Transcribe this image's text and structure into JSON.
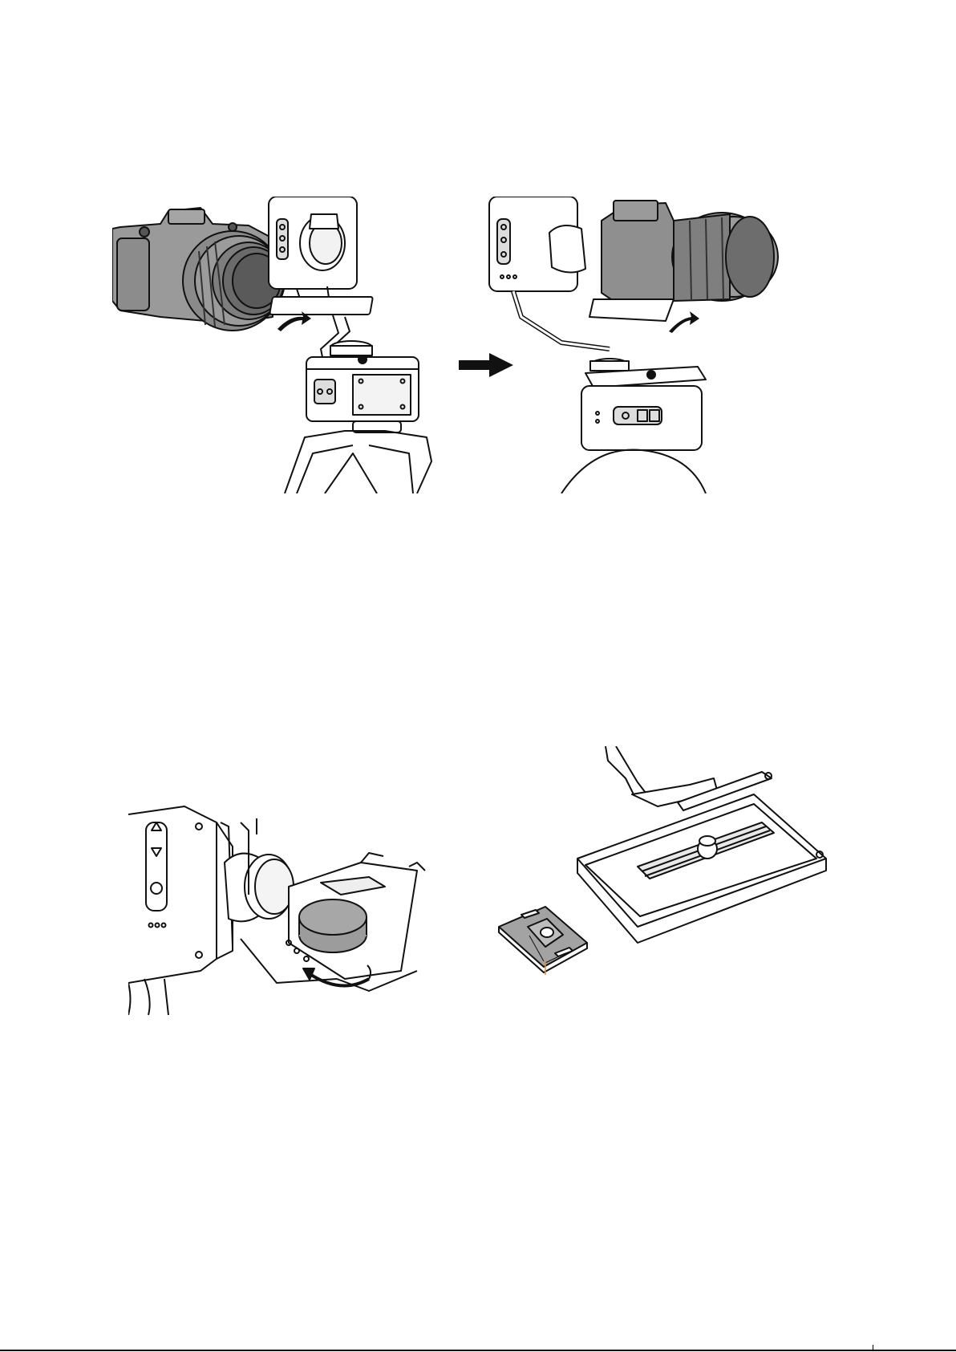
{
  "document": {
    "type": "manual-illustration-page",
    "text_blocks": []
  },
  "figures": [
    {
      "id": "mount-camera-sequence",
      "icons": [
        "camera-icon",
        "gimbal-icon",
        "arrow-right-icon",
        "rotate-arrow-icon"
      ]
    },
    {
      "id": "tighten-knob",
      "icons": [
        "gimbal-head-icon",
        "knob-icon",
        "rotate-arrow-icon"
      ]
    },
    {
      "id": "quick-release-plate",
      "icons": [
        "quick-release-plate-icon",
        "rail-icon"
      ]
    }
  ],
  "colors": {
    "ink": "#111111",
    "fill_gray": "#9a9a9a",
    "light_gray": "#d8d8d8",
    "leader_orange": "#e08a3a"
  }
}
